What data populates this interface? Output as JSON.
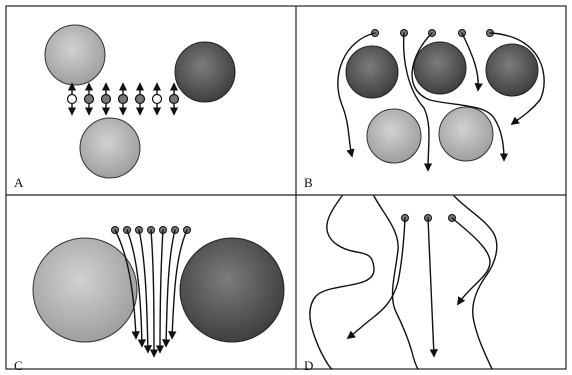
{
  "panels": [
    {
      "id": "A",
      "label": "A"
    },
    {
      "id": "B",
      "label": "B"
    },
    {
      "id": "C",
      "label": "C"
    },
    {
      "id": "D",
      "label": "D"
    }
  ],
  "colors": {
    "light_particle": "#b9b9b9",
    "dark_particle": "#5f5f5f",
    "line": "#111111",
    "frame": "#222222"
  }
}
